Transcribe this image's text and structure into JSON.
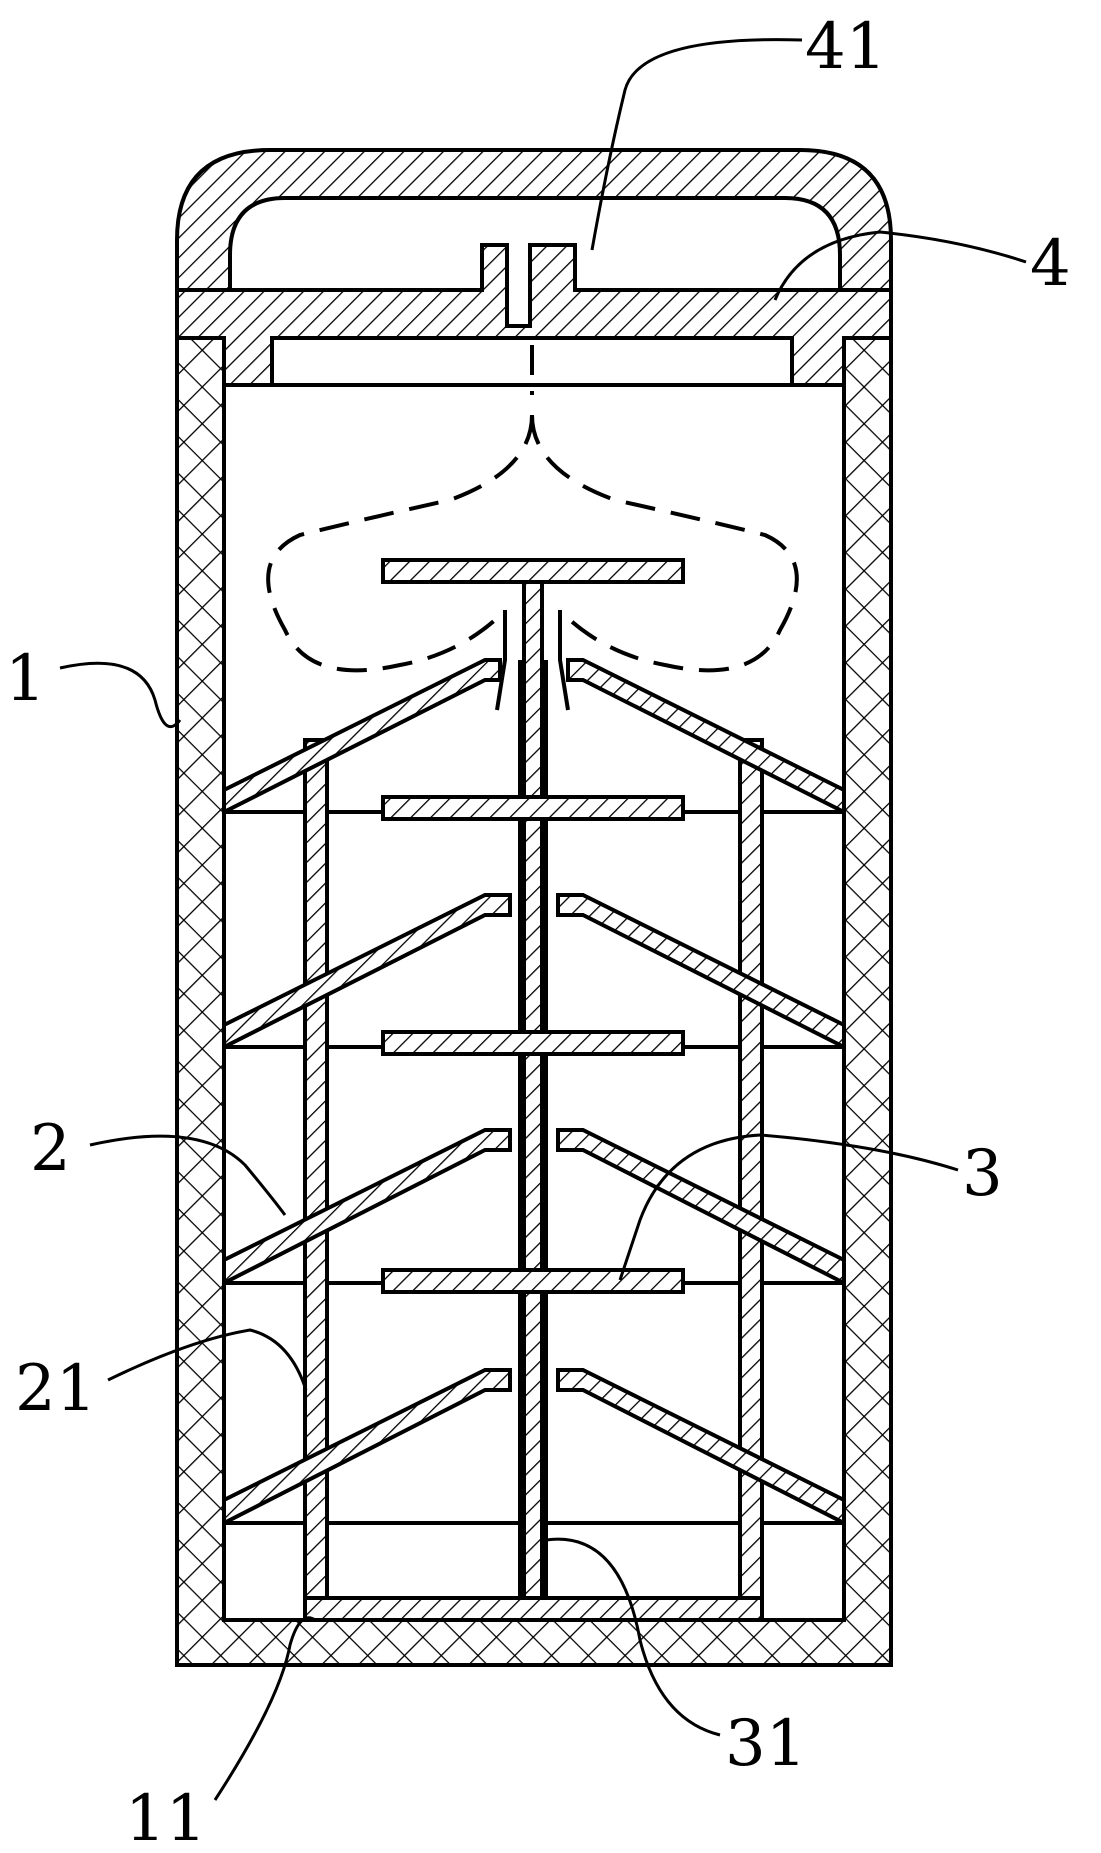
{
  "labels": {
    "l41": "41",
    "l4": "4",
    "l1": "1",
    "l2": "2",
    "l3": "3",
    "l21": "21",
    "l11": "11",
    "l31": "31"
  }
}
